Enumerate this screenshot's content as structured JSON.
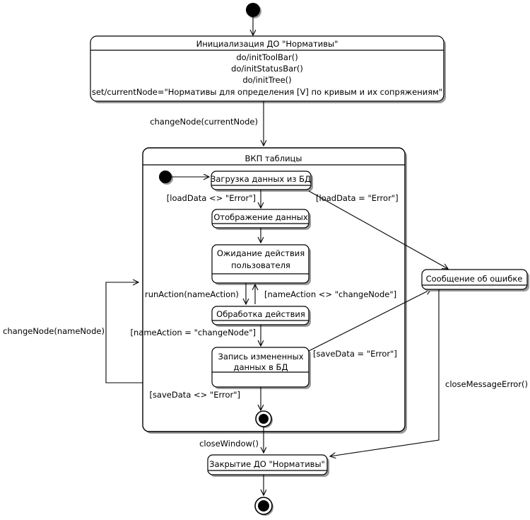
{
  "diagram": {
    "type": "uml-state-machine",
    "title": "",
    "background_color": "#ffffff",
    "line_color": "#000000",
    "shadow_color": "#9a9a9a"
  },
  "nodes": {
    "start": {
      "kind": "initial-state",
      "label": ""
    },
    "init_state": {
      "kind": "state",
      "name": "Инициализация ДО \"Нормативы\"",
      "actions": [
        "do/initToolBar()",
        "do/initStatusBar()",
        "do/initTree()",
        "set/currentNode=\"Нормативы для определения [V] по кривым и их сопряжениям\""
      ]
    },
    "composite": {
      "kind": "composite-state",
      "name": "ВКП таблицы"
    },
    "inner_start": {
      "kind": "initial-state",
      "label": ""
    },
    "load_data": {
      "kind": "state",
      "name": "Загрузка данных из БД"
    },
    "show_data": {
      "kind": "state",
      "name": "Отображение данных"
    },
    "wait_action": {
      "kind": "state",
      "name": "Ожидание действия пользователя",
      "line1": "Ожидание действия",
      "line2": "пользователя"
    },
    "process_action": {
      "kind": "state",
      "name": "Обработка действия"
    },
    "save_data": {
      "kind": "state",
      "name": "Запись измененных данных в БД",
      "line1": "Запись измененных",
      "line2": "данных в БД"
    },
    "inner_final": {
      "kind": "final-state",
      "label": ""
    },
    "error_message": {
      "kind": "state",
      "name": "Сообщение об ошибке"
    },
    "close_state": {
      "kind": "state",
      "name": "Закрытие ДО \"Нормативы\""
    },
    "final": {
      "kind": "final-state",
      "label": ""
    }
  },
  "transitions": [
    {
      "id": "t1",
      "from": "start",
      "to": "init_state",
      "label": ""
    },
    {
      "id": "t2",
      "from": "init_state",
      "to": "composite",
      "label": "changeNode(currentNode)"
    },
    {
      "id": "t3",
      "from": "inner_start",
      "to": "load_data",
      "label": ""
    },
    {
      "id": "t4",
      "from": "load_data",
      "to": "show_data",
      "label": "[loadData <> \"Error\"]"
    },
    {
      "id": "t5",
      "from": "load_data",
      "to": "error_message",
      "label": "[loadData = \"Error\"]"
    },
    {
      "id": "t6",
      "from": "show_data",
      "to": "wait_action",
      "label": ""
    },
    {
      "id": "t7",
      "from": "wait_action",
      "to": "process_action",
      "label": "runAction(nameAction)"
    },
    {
      "id": "t8",
      "from": "process_action",
      "to": "wait_action",
      "label": "[nameAction <> \"changeNode\"]"
    },
    {
      "id": "t9",
      "from": "process_action",
      "to": "save_data",
      "label": "[nameAction = \"changeNode\"]"
    },
    {
      "id": "t10",
      "from": "save_data",
      "to": "error_message",
      "label": "[saveData = \"Error\"]"
    },
    {
      "id": "t11",
      "from": "save_data",
      "to": "inner_final",
      "label": "[saveData <> \"Error\"]"
    },
    {
      "id": "t12",
      "from": "composite",
      "to": "composite",
      "label": "changeNode(nameNode)"
    },
    {
      "id": "t13",
      "from": "inner_final",
      "to": "close_state",
      "label": "closeWindow()"
    },
    {
      "id": "t14",
      "from": "error_message",
      "to": "close_state",
      "label": "closeMessageError()"
    },
    {
      "id": "t15",
      "from": "close_state",
      "to": "final",
      "label": ""
    }
  ],
  "labels": {
    "changeNodeCurrent": "changeNode(currentNode)",
    "changeNodeName": "changeNode(nameNode)",
    "loadDataOk": "[loadData <> \"Error\"]",
    "loadDataErr": "[loadData = \"Error\"]",
    "runAction": "runAction(nameAction)",
    "nameActionNe": "[nameAction <> \"changeNode\"]",
    "nameActionEq": "[nameAction = \"changeNode\"]",
    "saveDataErr": "[saveData = \"Error\"]",
    "saveDataOk": "[saveData <> \"Error\"]",
    "closeWindow": "closeWindow()",
    "closeMessageError": "closeMessageError()"
  }
}
